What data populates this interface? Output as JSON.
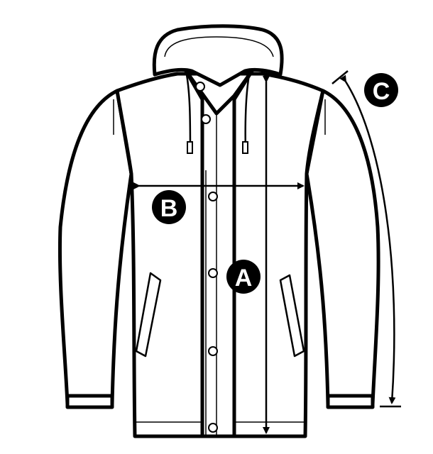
{
  "diagram": {
    "subject": "jacket",
    "labels": {
      "a": "A",
      "b": "B",
      "c": "C"
    },
    "colors": {
      "line": "#000000",
      "fill": "#ffffff"
    }
  }
}
